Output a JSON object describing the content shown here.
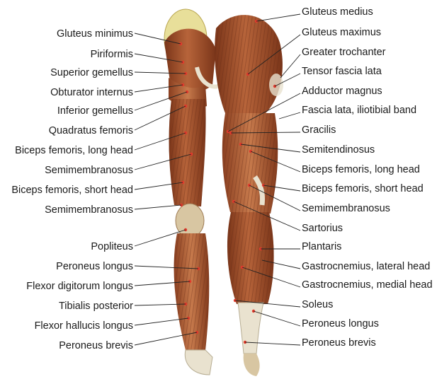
{
  "left_labels": [
    {
      "text": "Gluteus minimus"
    },
    {
      "text": "Piriformis"
    },
    {
      "text": "Superior gemellus"
    },
    {
      "text": "Obturator internus"
    },
    {
      "text": "Inferior gemellus"
    },
    {
      "text": "Quadratus femoris"
    },
    {
      "text": "Biceps femoris, long head"
    },
    {
      "text": "Semimembranosus"
    },
    {
      "text": "Biceps femoris, short head"
    },
    {
      "text": "Semimembranosus"
    },
    {
      "text": "Popliteus"
    },
    {
      "text": "Peroneus longus"
    },
    {
      "text": "Flexor digitorum longus"
    },
    {
      "text": "Tibialis posterior"
    },
    {
      "text": "Flexor hallucis longus"
    },
    {
      "text": "Peroneus brevis"
    }
  ],
  "right_labels": [
    {
      "text": "Gluteus medius"
    },
    {
      "text": "Gluteus maximus"
    },
    {
      "text": "Greater trochanter"
    },
    {
      "text": "Tensor fascia lata"
    },
    {
      "text": "Adductor magnus"
    },
    {
      "text": "Fascia lata, iliotibial band"
    },
    {
      "text": "Gracilis"
    },
    {
      "text": "Semitendinosus"
    },
    {
      "text": "Biceps femoris, long head"
    },
    {
      "text": "Biceps femoris, short head"
    },
    {
      "text": "Semimembranosus"
    },
    {
      "text": "Sartorius"
    },
    {
      "text": "Plantaris"
    },
    {
      "text": "Gastrocnemius, lateral head"
    },
    {
      "text": "Gastrocnemius, medial head"
    },
    {
      "text": "Soleus"
    },
    {
      "text": "Peroneus longus"
    },
    {
      "text": "Peroneus brevis"
    }
  ],
  "colors": {
    "muscle": "#a2502e",
    "muscle_dark": "#6e2f18",
    "tendon": "#e9e2cf",
    "bone": "#e8df9a",
    "pointer_dot": "#e23a2c",
    "leader_line": "#222222"
  }
}
